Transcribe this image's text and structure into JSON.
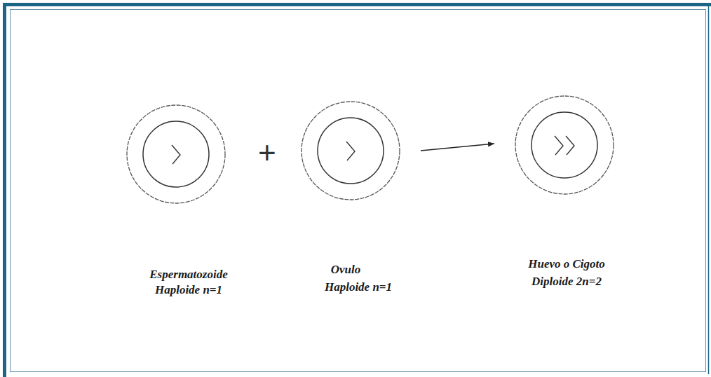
{
  "diagram": {
    "nodes": [
      {
        "text": [
          "Espermatozoide",
          "Haploide n=1"
        ]
      },
      {
        "text": [
          "Ovulo",
          "Haploide n=1"
        ]
      },
      {
        "text": [
          "Huevo o Cigoto",
          "Diploide 2n=2"
        ]
      }
    ],
    "edges": [
      {
        "from": 1,
        "to": 2,
        "arrow": "to"
      }
    ],
    "labels": [
      "+"
    ]
  }
}
